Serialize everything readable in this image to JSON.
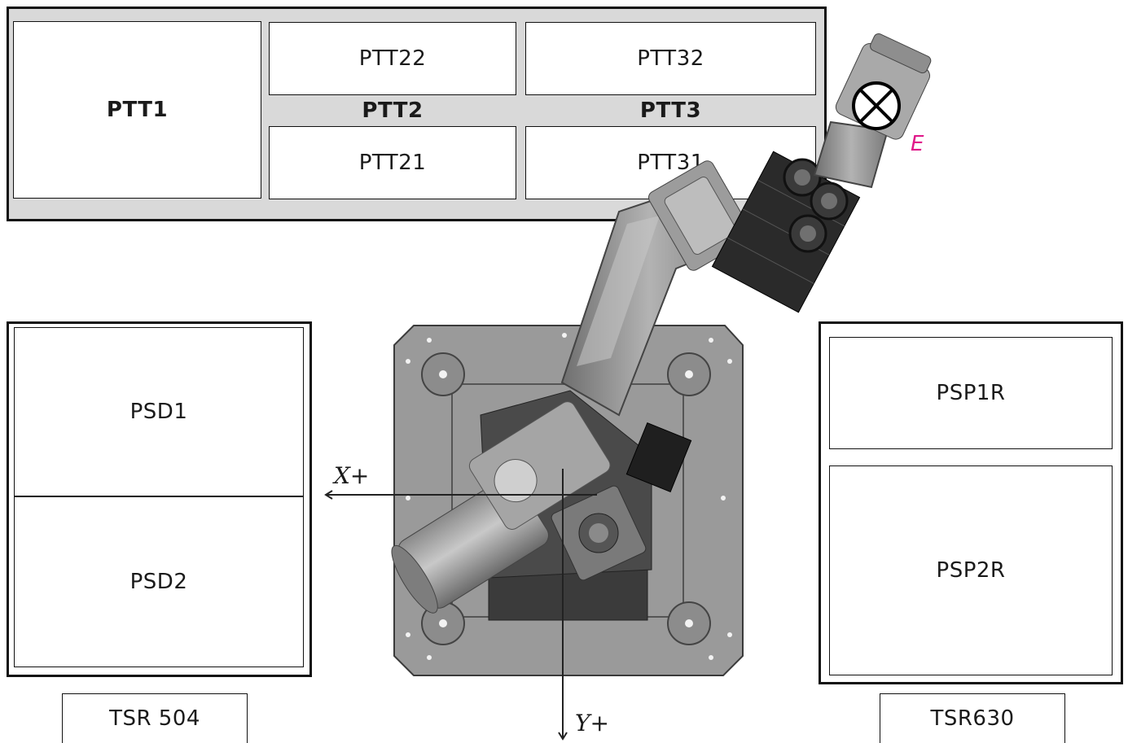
{
  "tray": {
    "ptt1": "PTT1",
    "ptt2": "PTT2",
    "ptt3": "PTT3",
    "ptt22": "PTT22",
    "ptt21": "PTT21",
    "ptt32": "PTT32",
    "ptt31": "PTT31"
  },
  "left_station": {
    "psd1": "PSD1",
    "psd2": "PSD2",
    "tab": "TSR 504"
  },
  "right_station": {
    "psp1r": "PSP1R",
    "psp2r": "PSP2R",
    "tab": "TSR630"
  },
  "axes": {
    "x_label": "X+",
    "y_label": "Y+"
  },
  "end_effector": {
    "label": "E",
    "color": "#e0198a"
  }
}
